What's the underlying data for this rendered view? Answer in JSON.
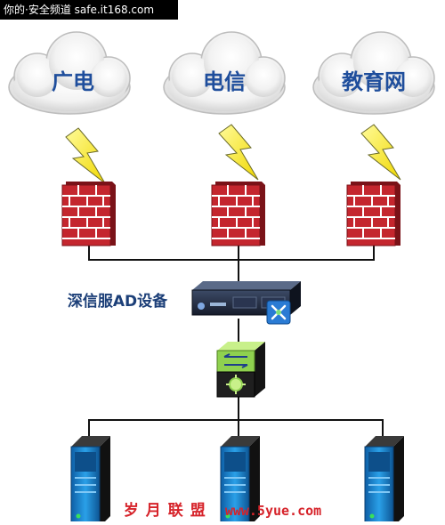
{
  "watermark_top": "你的·安全频道 safe.it168.com",
  "clouds": [
    {
      "label": "广电"
    },
    {
      "label": "电信"
    },
    {
      "label": "教育网"
    }
  ],
  "device_label": "深信服AD设备",
  "watermark_bottom": {
    "cn": "岁月联盟",
    "url": "www.5yue.com"
  },
  "colors": {
    "cloud_text": "#1f4e9c",
    "firewall_red": "#c4262e",
    "lightning": "#f4e81a",
    "line": "#111111",
    "switch_green": "#8fd14f",
    "server_blue": "#1a8ad6",
    "watermark_red": "#d6232a"
  },
  "icons": [
    "cloud-icon",
    "lightning-icon",
    "firewall-icon",
    "appliance-icon",
    "switch-icon",
    "server-icon"
  ]
}
